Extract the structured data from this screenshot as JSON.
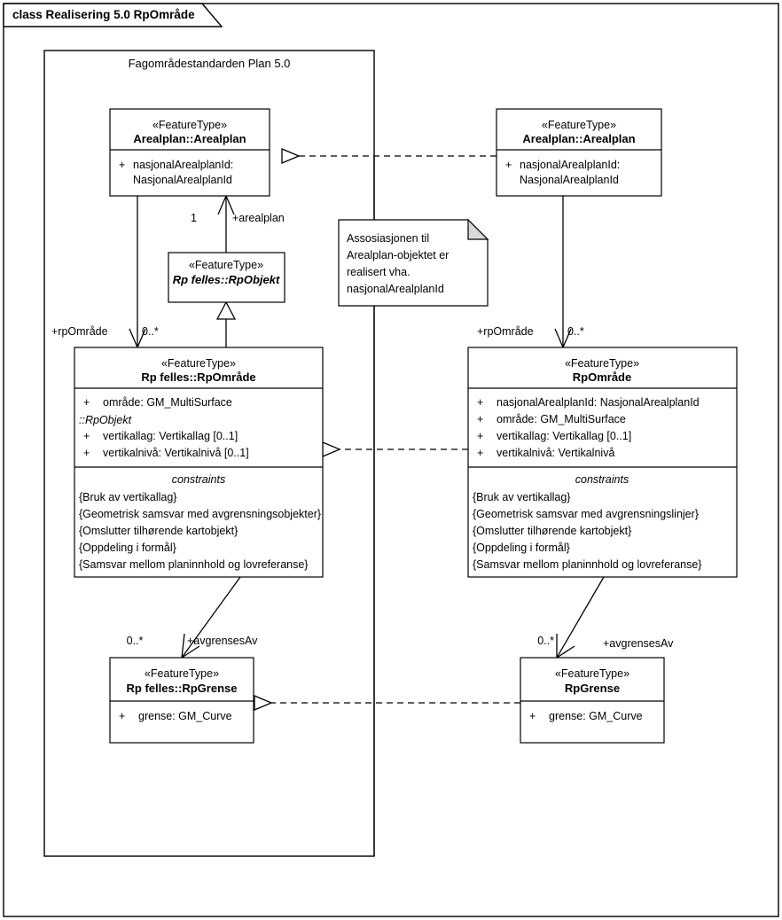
{
  "diagram": {
    "tab_label": "class Realisering 5.0  RpOmråde",
    "package_label": "Fagområdestandarden Plan 5.0"
  },
  "classes": {
    "arealplan_left": {
      "stereotype": "«FeatureType»",
      "name": "Arealplan::Arealplan",
      "attributes": [
        {
          "visibility": "+",
          "line1": "nasjonalArealplanId:",
          "line2": "NasjonalArealplanId"
        }
      ]
    },
    "arealplan_right": {
      "stereotype": "«FeatureType»",
      "name": "Arealplan::Arealplan",
      "attributes": [
        {
          "visibility": "+",
          "line1": "nasjonalArealplanId:",
          "line2": "NasjonalArealplanId"
        }
      ]
    },
    "rpobjekt": {
      "stereotype": "«FeatureType»",
      "name": "Rp felles::RpObjekt"
    },
    "rpomrade_left": {
      "stereotype": "«FeatureType»",
      "name": "Rp felles::RpOmråde",
      "attributes": [
        {
          "visibility": "+",
          "text": "område: GM_MultiSurface"
        },
        {
          "visibility": "",
          "text": "::RpObjekt",
          "italic": true
        },
        {
          "visibility": "+",
          "text": "vertikallag: Vertikallag [0..1]"
        },
        {
          "visibility": "+",
          "text": "vertikalnivå: Vertikalnivå [0..1]"
        }
      ],
      "constraints_header": "constraints",
      "constraints": [
        "{Bruk av vertikallag}",
        "{Geometrisk samsvar med avgrensningsobjekter}",
        "{Omslutter tilhørende kartobjekt}",
        "{Oppdeling i formål}",
        "{Samsvar mellom planinnhold og lovreferanse}"
      ]
    },
    "rpomrade_right": {
      "stereotype": "«FeatureType»",
      "name": "RpOmråde",
      "attributes": [
        {
          "visibility": "+",
          "text": "nasjonalArealplanId: NasjonalArealplanId"
        },
        {
          "visibility": "+",
          "text": "område: GM_MultiSurface"
        },
        {
          "visibility": "+",
          "text": "vertikallag: Vertikallag [0..1]"
        },
        {
          "visibility": "+",
          "text": "vertikalnivå: Vertikalnivå"
        }
      ],
      "constraints_header": "constraints",
      "constraints": [
        "{Bruk av vertikallag}",
        "{Geometrisk samsvar med avgrensningslinjer}",
        "{Omslutter tilhørende kartobjekt}",
        "{Oppdeling i formål}",
        "{Samsvar mellom planinnhold og lovreferanse}"
      ]
    },
    "rpgrense_left": {
      "stereotype": "«FeatureType»",
      "name": "Rp felles::RpGrense",
      "attributes": [
        {
          "visibility": "+",
          "text": "grense: GM_Curve"
        }
      ]
    },
    "rpgrense_right": {
      "stereotype": "«FeatureType»",
      "name": "RpGrense",
      "attributes": [
        {
          "visibility": "+",
          "text": "grense: GM_Curve"
        }
      ]
    }
  },
  "note": {
    "lines": [
      "Assosiasjonen til",
      "Arealplan-objektet er",
      "realisert vha.",
      "nasjonalArealplanId"
    ]
  },
  "connector_labels": {
    "arealplan_mult_left": "1",
    "arealplan_role_left": "+arealplan",
    "rpomrade_role_left": "+rpOmråde",
    "rpomrade_mult_left": "0..*",
    "rpomrade_role_right": "+rpOmråde",
    "rpomrade_mult_right": "0..*",
    "avgrenses_mult_left": "0..*",
    "avgrenses_role_left": "+avgrensesAv",
    "avgrenses_mult_right": "0..*",
    "avgrenses_role_right": "+avgrensesAv"
  },
  "colors": {
    "stroke": "#000000",
    "fill": "#ffffff",
    "note_fold": "#d9d9d9"
  }
}
